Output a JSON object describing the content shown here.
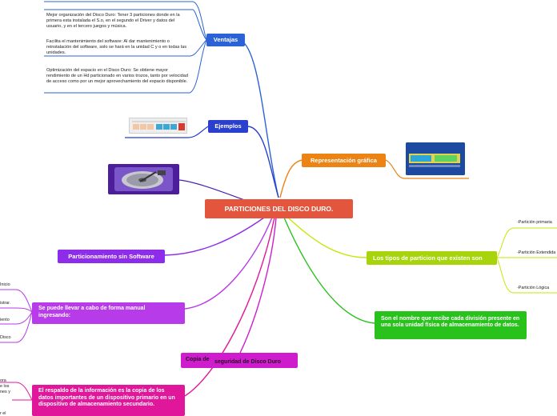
{
  "central": "PARTICIONES DEL DISCO DURO.",
  "ventajas": {
    "label": "Ventajas",
    "items": [
      "Mejor organización del Disco Duro: Tener 3 particiones donde en la primera esta instalada el S.o, en el segundo el Driver y datos del usuario, y en el tercero juegos y música.",
      "Facilita el mantenimiento del software: Al dar mantenimiento o reinstalación del software, solo se hará en la unidad C y o en todas las unidades.",
      "Optimización del espacio en el Disco Duro: Se obtiene mayor rendimiento de un Hd particionado en varios trozos, tanto por velocidad de acceso como por un mejor aprovechamiento del espacio disponible."
    ]
  },
  "ejemplos": "Ejemplos",
  "representacion": "Representación gráfica",
  "tipos": {
    "label": "Los tipos de particion que existen son",
    "items": [
      "-Partición primaria",
      "-Partición Extendida",
      "-Partición Lógica"
    ]
  },
  "definicion": "Son el nombre que recibe cada división presente en una sola unidad física de almacenamiento de datos.",
  "particionamiento": "Particionamiento sin Software",
  "ingresando": {
    "label": "Se puede llevar a cabo de forma manual ingresando:",
    "items": [
      "Inicio",
      "istrar.",
      "iento",
      "Disco"
    ]
  },
  "copia": {
    "label_a": "Copia de",
    "label_b": "seguridad de Disco Duro"
  },
  "respaldo": {
    "label": "El respaldo de la información es la copia de los datos importantes de un dispositivo primario en un dispositivo de almacenamiento secundario.",
    "items": [
      "ora",
      "e los",
      "nes y",
      "r el"
    ]
  },
  "colors": {
    "central": "#e4553e",
    "ventajas": "#2b63d6",
    "ejemplos": "#2a3fce",
    "representacion": "#ec8315",
    "tipos": "#a7d40b",
    "definicion": "#29c11c",
    "particionamiento": "#8d2ce9",
    "ingresando": "#b73be8",
    "copia": "#cf1ccd",
    "respaldo": "#e0179b"
  }
}
